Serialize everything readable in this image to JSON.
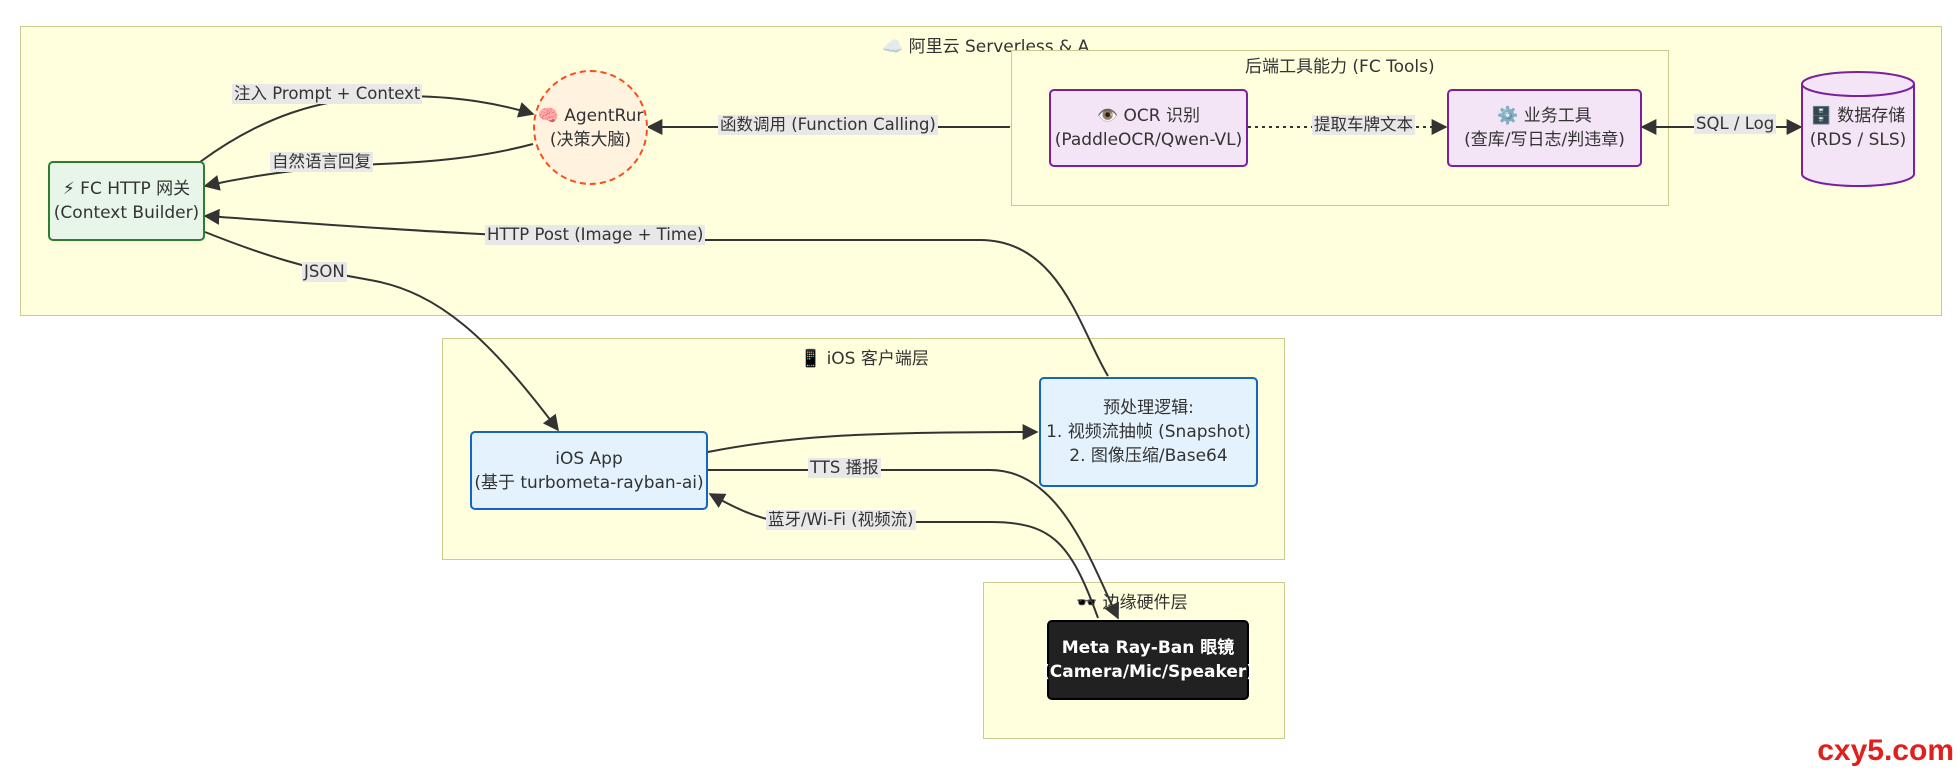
{
  "clusters": {
    "cloud": "☁️ 阿里云 Serverless & A",
    "tools": "后端工具能力 (FC Tools)",
    "ios": "📱 iOS 客户端层",
    "edge": "🕶️ 边缘硬件层"
  },
  "nodes": {
    "gateway": {
      "line1": "⚡ FC HTTP 网关",
      "line2": "(Context Builder)"
    },
    "agent": {
      "line1": "🧠 AgentRur",
      "line2": "(决策大脑)"
    },
    "ocr": {
      "line1": "👁️ OCR 识别",
      "line2": "(PaddleOCR/Qwen-VL)"
    },
    "biz": {
      "line1": "⚙️ 业务工具",
      "line2": "(查库/写日志/判违章)"
    },
    "db": {
      "line1": "🗄️ 数据存储",
      "line2": "(RDS / SLS)"
    },
    "app": {
      "line1": "iOS App",
      "line2": "(基于 turbometa-rayban-ai)"
    },
    "pre": {
      "line1": "预处理逻辑:",
      "line2": "1. 视频流抽帧 (Snapshot)",
      "line3": "2. 图像压缩/Base64"
    },
    "glasses": {
      "line1": "Meta Ray-Ban 眼镜",
      "line2": "(Camera/Mic/Speaker)"
    }
  },
  "edges": {
    "inject": "注入 Prompt + Context",
    "reply": "自然语言回复",
    "function_call": "函数调用 (Function Calling)",
    "extract": "提取车牌文本",
    "sql": "SQL / Log",
    "http_post": "HTTP Post (Image + Time)",
    "json": "JSON",
    "tts": "TTS 播报",
    "bt": "蓝牙/Wi-Fi (视频流)"
  },
  "watermark": "cxy5.com",
  "colors": {
    "cluster_bg": "#ffffde",
    "cluster_border": "#cbcb8f",
    "gateway": "#2e7d32",
    "agent": "#f4511e",
    "tool": "#7b1fa2",
    "client": "#1565c0",
    "hardware": "#212121",
    "watermark": "#e0201c"
  }
}
